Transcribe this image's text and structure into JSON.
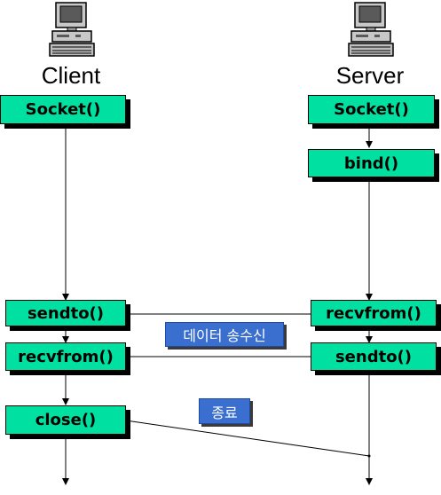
{
  "client": {
    "title": "Client",
    "steps": [
      "Socket()",
      "sendto()",
      "recvfrom()",
      "close()"
    ]
  },
  "server": {
    "title": "Server",
    "steps": [
      "Socket()",
      "bind()",
      "recvfrom()",
      "sendto()"
    ]
  },
  "labels": {
    "data_exchange": "데이터 송수신",
    "termination": "종료"
  },
  "icons": {
    "client": "desktop-computer-icon",
    "server": "desktop-computer-icon"
  },
  "colors": {
    "box_fill": "#00e0a0",
    "badge_fill": "#3a6fd0"
  }
}
